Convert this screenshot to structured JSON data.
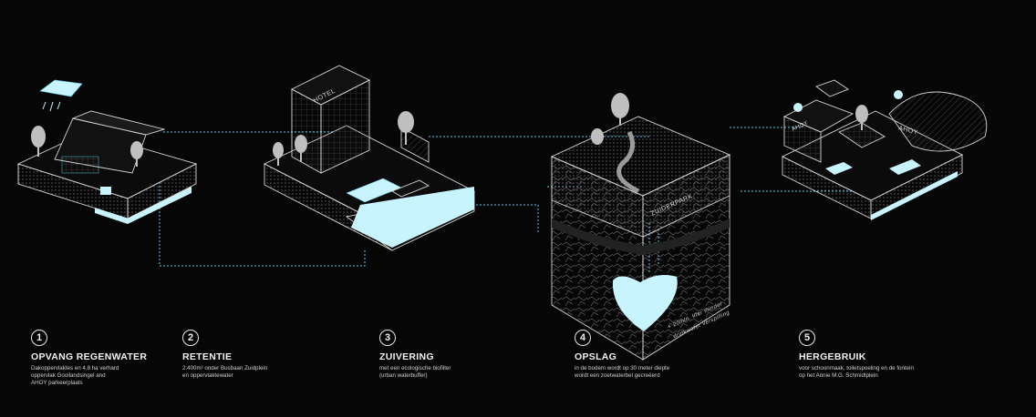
{
  "steps": [
    {
      "number": "1",
      "title": "OPVANG REGENWATER",
      "desc1": "Dakoppervlaktes en 4,8 ha verhard",
      "desc2": "oppervlak Gooilandsingel and",
      "desc3": "AHOY parkeerplaats"
    },
    {
      "number": "2",
      "title": "RETENTIE",
      "desc1": "2.400m² onder Busbaan Zuidplein",
      "desc2": "en oppervlaktewater",
      "desc3": ""
    },
    {
      "number": "3",
      "title": "ZUIVERING",
      "desc1": "met een ecologische biofilter",
      "desc2": "(urban waterbuffer)",
      "desc3": ""
    },
    {
      "number": "4",
      "title": "OPSLAG",
      "desc1": "in de bodem wordt op 30 meter diepte",
      "desc2": "wordt een zoetwaterbel gecreëerd",
      "desc3": ""
    },
    {
      "number": "5",
      "title": "HERGEBRUIK",
      "desc1": "voor schoonmaak, toiletspoeling en de fontein",
      "desc2": "op het Annie M.G. Schmidtplein",
      "desc3": ""
    }
  ],
  "labels": {
    "hotel": "HOTEL",
    "zuiderpark": "ZUIDERPARK",
    "ahoy": "AHOY",
    "ahoy_building": "AHOY",
    "note1": "+ 20mln. liter minder",
    "note2": "drinkwater verspilling"
  },
  "colors": {
    "water": "#c8f4ff",
    "flow": "#59c8ec",
    "line": "#d8d8d8",
    "background": "#060606"
  }
}
